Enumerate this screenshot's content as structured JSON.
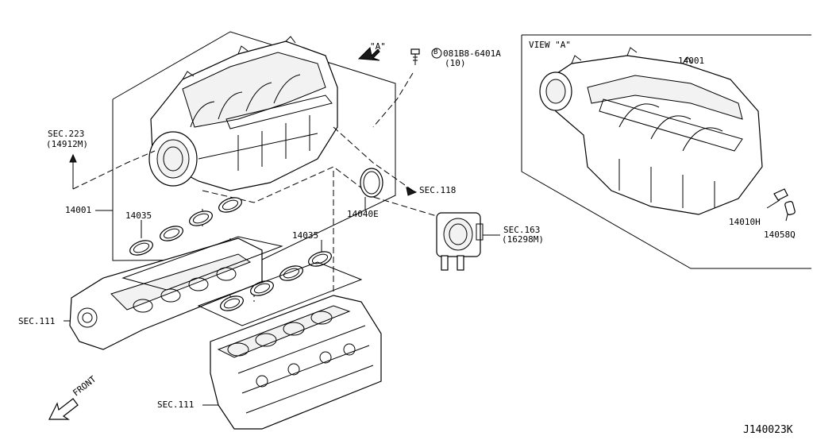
{
  "view_arrow_label": "\"A\"",
  "view_title": "VIEW \"A\"",
  "bolt": {
    "symbol": "B",
    "part": "081B8-6401A",
    "qty": "(10)"
  },
  "labels": {
    "intake_manifold_left": "14001",
    "intake_manifold_right": "14001",
    "sec223_a": "SEC.223",
    "sec223_b": "(14912M)",
    "gasket_left": "14035",
    "gasket_right": "14035",
    "throttle_gasket": "14040E",
    "sec118": "SEC.118",
    "sec163_a": "SEC.163",
    "sec163_b": "(16298M)",
    "sec111_left": "SEC.111",
    "sec111_bottom": "SEC.111",
    "hose": "14010H",
    "cap": "14058Q",
    "front": "FRONT",
    "diagram_id": "J140023K"
  }
}
